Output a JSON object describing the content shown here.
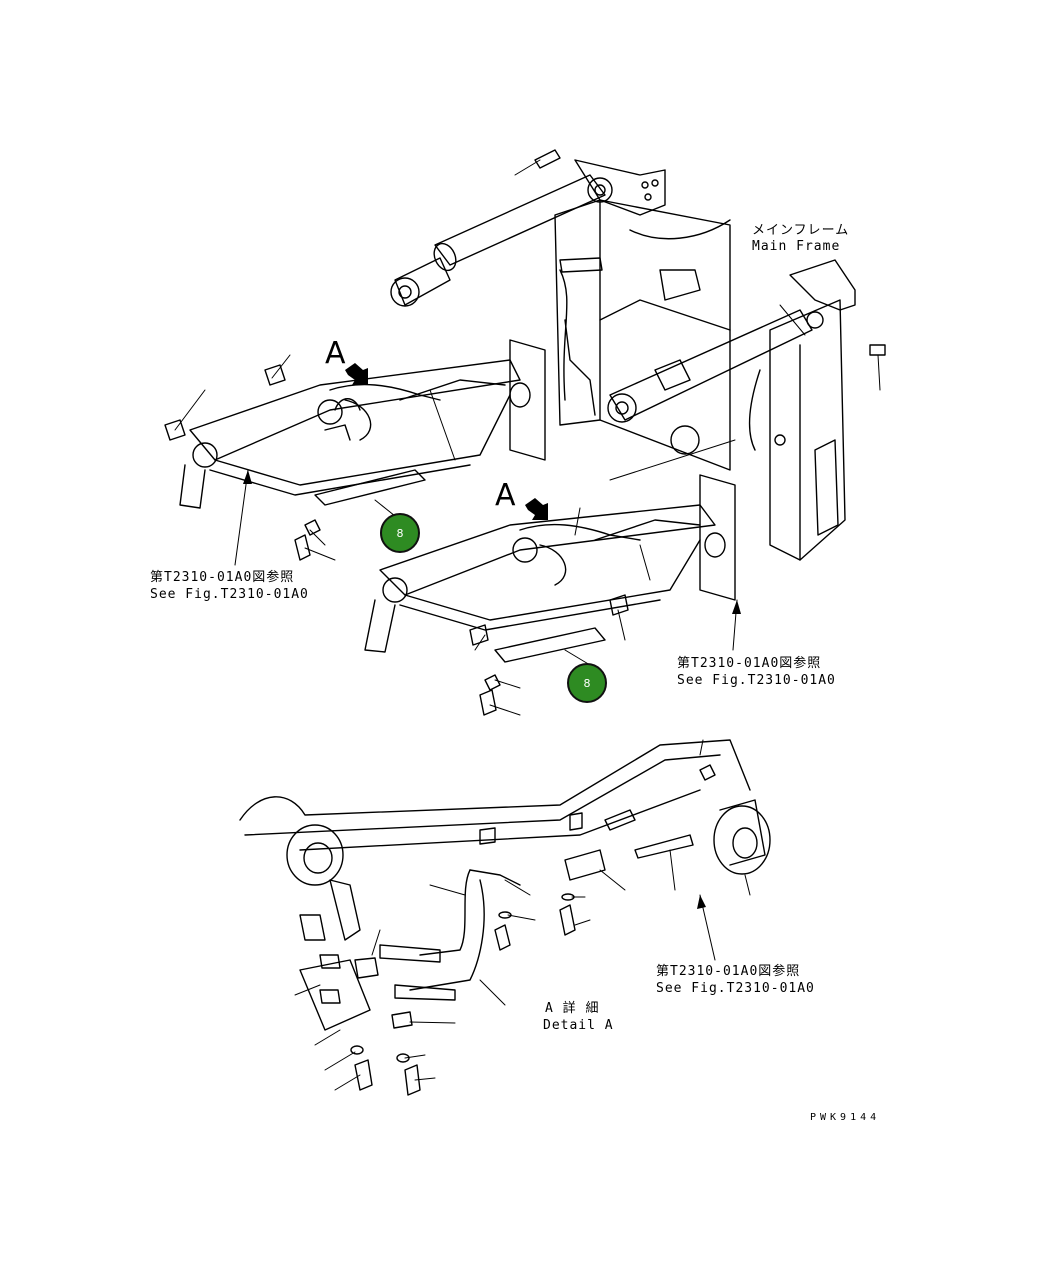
{
  "labels": {
    "main_frame_jp": "メインフレーム",
    "main_frame_en": "Main Frame",
    "ref1_jp": "第T2310-01A0図参照",
    "ref1_en": "See Fig.T2310-01A0",
    "ref2_jp": "第T2310-01A0図参照",
    "ref2_en": "See Fig.T2310-01A0",
    "ref3_jp": "第T2310-01A0図参照",
    "ref3_en": "See Fig.T2310-01A0",
    "detail_jp": "A 詳 細",
    "detail_en": "Detail A",
    "view_a_upper": "A",
    "view_a_lower": "A",
    "drawing_code": "PWK9144"
  },
  "callouts": [
    {
      "label": "8"
    },
    {
      "label": "8"
    }
  ],
  "colors": {
    "line": "#000000",
    "callout_fill": "#2e8b22"
  }
}
